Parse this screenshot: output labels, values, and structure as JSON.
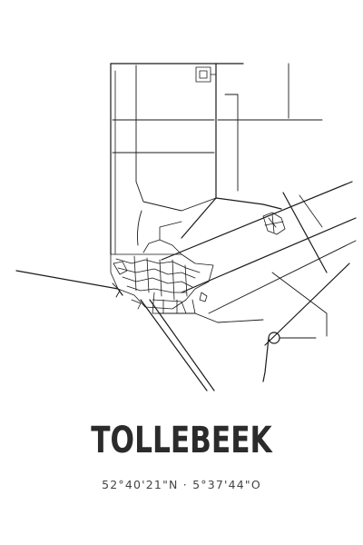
{
  "poster": {
    "place_name": "TOLLEBEEK",
    "coordinates": "52°40'21\"N · 5°37'44\"O"
  },
  "map": {
    "style": "black line street map on white",
    "line_color": "#1a1a1a",
    "background_color": "#ffffff"
  }
}
